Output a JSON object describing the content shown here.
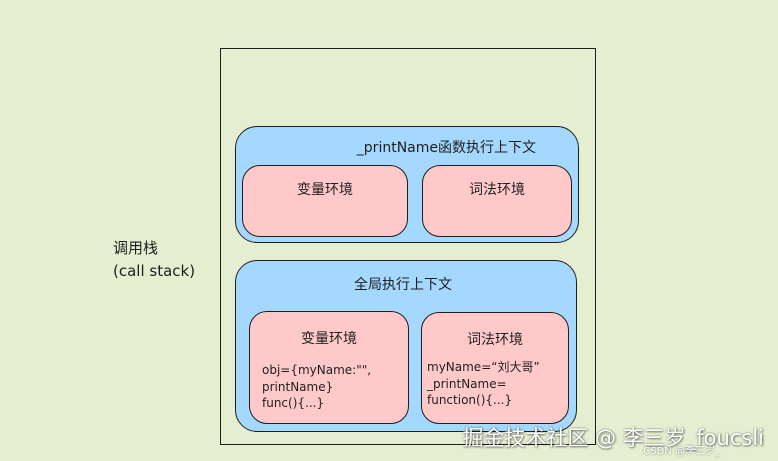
{
  "call_stack": {
    "label_line1": "调用栈",
    "label_line2": "(call stack)"
  },
  "function_context": {
    "title": "_printName函数执行上下文",
    "variable_env": {
      "title": "变量环境"
    },
    "lexical_env": {
      "title": "词法环境"
    }
  },
  "global_context": {
    "title": "全局执行上下文",
    "variable_env": {
      "title": "变量环境",
      "lines": [
        "obj={myName:\"\",",
        "printName}",
        "func(){...}"
      ]
    },
    "lexical_env": {
      "title": "词法环境",
      "lines": [
        "myName=“刘大哥”",
        "_printName=",
        "function(){...}"
      ]
    }
  },
  "watermark": {
    "main": "掘金技术社区 @ 李三岁_foucsli",
    "small": "CSDN @李三岁_"
  },
  "colors": {
    "background": "#e6eed1",
    "context_fill": "#a5d8ff",
    "environment_fill": "#ffc9c9",
    "stroke": "#1e1e1e"
  }
}
